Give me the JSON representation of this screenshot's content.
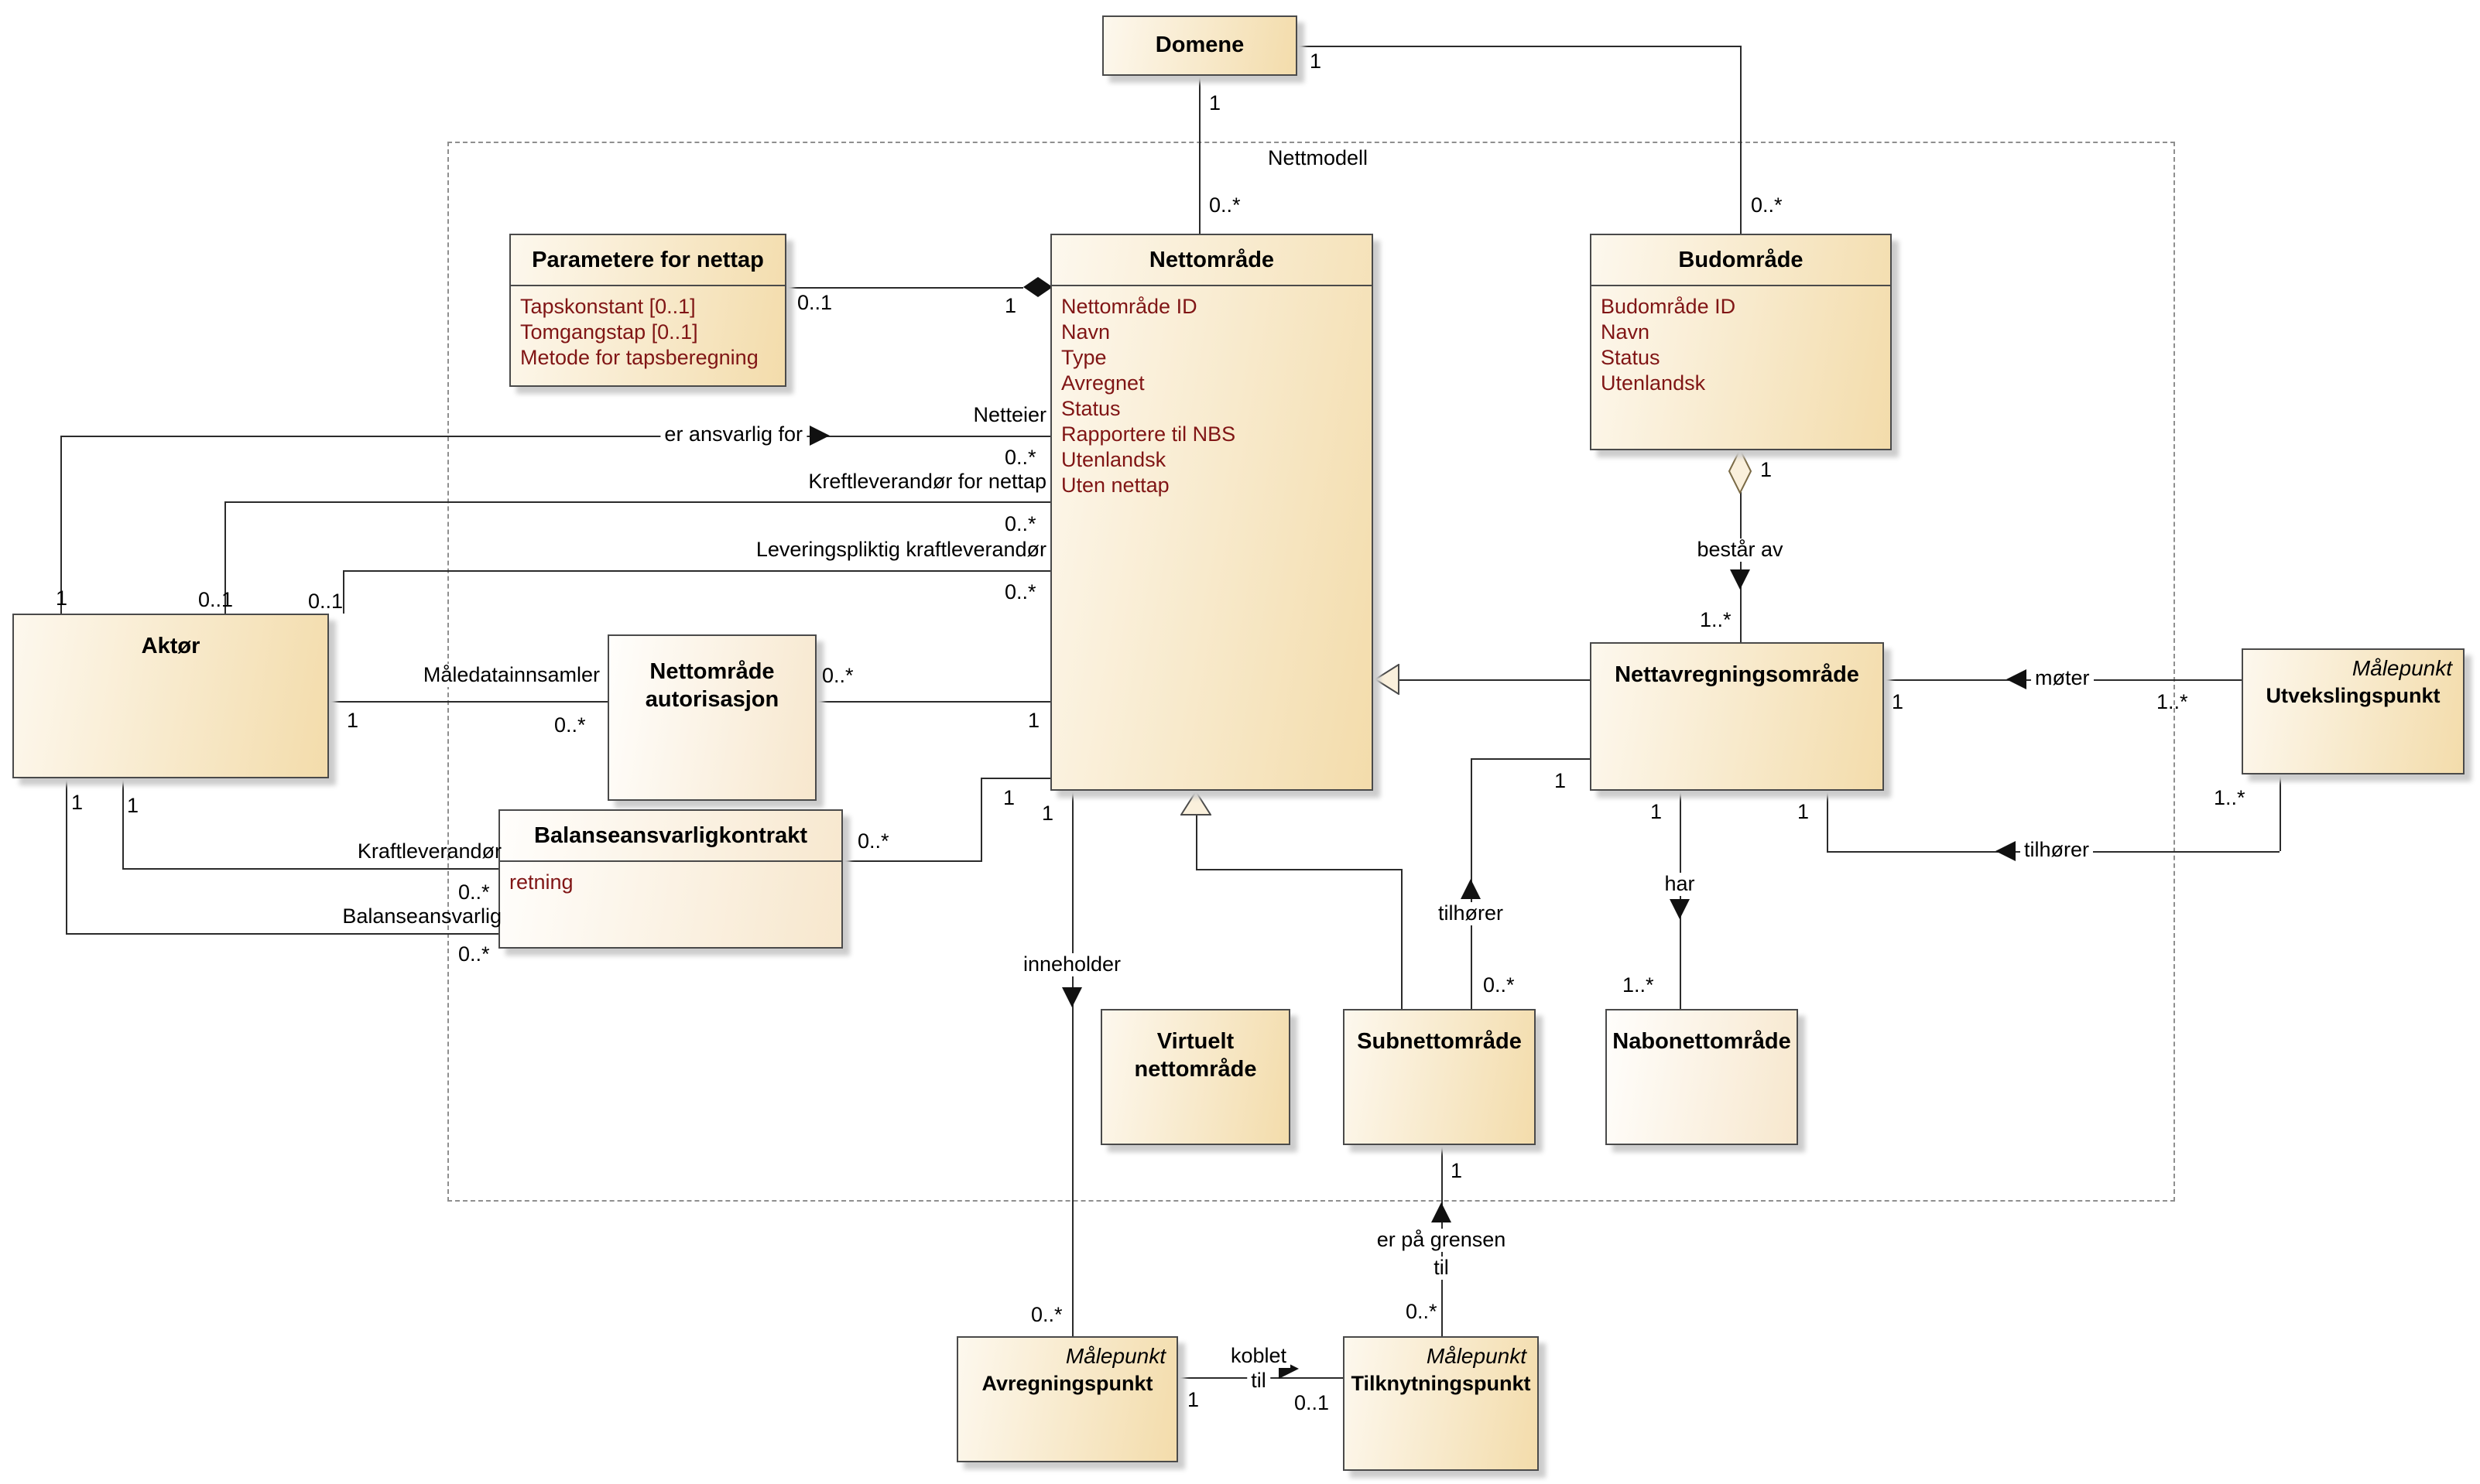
{
  "frame": {
    "label": "Nettmodell"
  },
  "classes": {
    "domene": {
      "name": "Domene"
    },
    "parametere": {
      "name": "Parametere for nettap",
      "attributes": [
        "Tapskonstant [0..1]",
        "Tomgangstap [0..1]",
        "Metode for tapsberegning"
      ]
    },
    "nettomrade": {
      "name": "Nettområde",
      "attributes": [
        "Nettområde ID",
        "Navn",
        "Type",
        "Avregnet",
        "Status",
        "Rapportere til NBS",
        "Utenlandsk",
        "Uten nettap"
      ]
    },
    "budomrade": {
      "name": "Budområde",
      "attributes": [
        "Budområde ID",
        "Navn",
        "Status",
        "Utenlandsk"
      ]
    },
    "aktor": {
      "name": "Aktør"
    },
    "autorisasjon": {
      "name": "Nettområde autorisasjon"
    },
    "balansekontrakt": {
      "name": "Balanseansvarligkontrakt",
      "attributes": [
        "retning"
      ]
    },
    "nettavregning": {
      "name": "Nettavregningsområde"
    },
    "utvekslingspunkt": {
      "name": "Utvekslingspunkt",
      "stereotype": "Målepunkt"
    },
    "virtuelt": {
      "name": "Virtuelt nettområde"
    },
    "subnett": {
      "name": "Subnettområde"
    },
    "nabonett": {
      "name": "Nabonettområde"
    },
    "avregningspunkt": {
      "name": "Avregningspunkt",
      "stereotype": "Målepunkt"
    },
    "tilknytningspunkt": {
      "name": "Tilknytningspunkt",
      "stereotype": "Målepunkt"
    }
  },
  "labels": {
    "er_ansvarlig_for": "er ansvarlig for",
    "netteier": "Netteier",
    "kreftleverandor_for_nettap": "Kreftleverandør for nettap",
    "leveringspliktig_kraftleverandor": "Leveringspliktig kraftleverandør",
    "maledatainnsamler": "Måledatainnsamler",
    "kraftleverandor": "Kraftleverandør",
    "balanseansvarlig": "Balanseansvarlig",
    "inneholder": "inneholder",
    "bestar_av": "består av",
    "tilhorer": "tilhører",
    "har": "har",
    "moter": "møter",
    "koblet": "koblet",
    "til": "til",
    "er_pa_grensen": "er på grensen"
  },
  "mult": {
    "one": "1",
    "zero_one": "0..1",
    "zero_many": "0..*",
    "one_many": "1..*"
  },
  "colors": {
    "box_fill_light": "#fdf8ee",
    "box_fill_dark": "#f3dcab",
    "attribute_text": "#801515",
    "line": "#2b2b2b",
    "frame_dash": "#8f8f8f"
  }
}
